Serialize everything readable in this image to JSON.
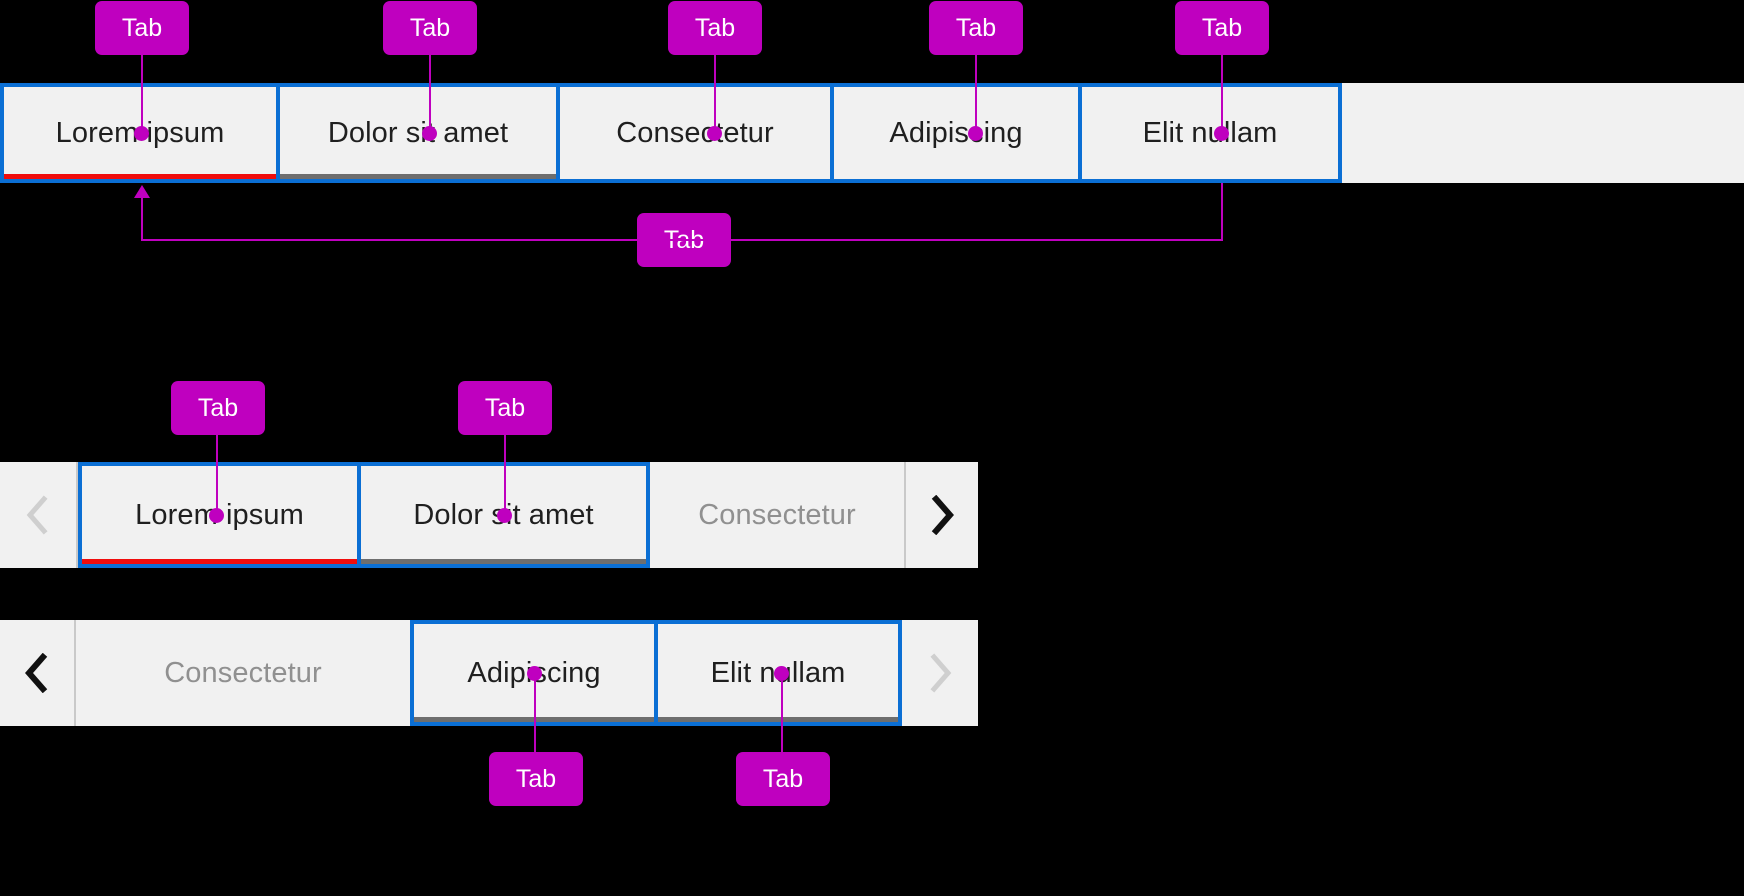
{
  "page": {
    "background": "#000000",
    "surface_color": "#f1f1f1",
    "focus_ring_color": "#0b6fd4",
    "selected_indicator_color": "#f00d0d",
    "hover_indicator_color": "#6e6e6e",
    "annotation_color": "#bf00bf",
    "disabled_text_color": "#909090",
    "text_color": "#1f1f1f"
  },
  "annotation": {
    "label": "Tab"
  },
  "tabstrips": [
    {
      "id": "full-width-tabstrip",
      "tabs": [
        {
          "label": "Lorem ipsum",
          "state": "selected",
          "focused": true,
          "indicator": "selected"
        },
        {
          "label": "Dolor sit amet",
          "state": "hover",
          "focused": true,
          "indicator": "hover"
        },
        {
          "label": "Consectetur",
          "state": "normal",
          "focused": true,
          "indicator": "none"
        },
        {
          "label": "Adipiscing",
          "state": "normal",
          "focused": true,
          "indicator": "none"
        },
        {
          "label": "Elit nullam",
          "state": "normal",
          "focused": true,
          "indicator": "none"
        }
      ],
      "scroll_left": null,
      "scroll_right": null
    },
    {
      "id": "scrollable-tabstrip-start",
      "tabs": [
        {
          "label": "Lorem ipsum",
          "state": "selected",
          "focused": true,
          "indicator": "selected"
        },
        {
          "label": "Dolor sit amet",
          "state": "hover",
          "focused": true,
          "indicator": "hover"
        },
        {
          "label": "Consectetur",
          "state": "disabled",
          "focused": false,
          "indicator": "none"
        }
      ],
      "scroll_left": {
        "icon": "chevron-left-icon",
        "enabled": false
      },
      "scroll_right": {
        "icon": "chevron-right-icon",
        "enabled": true
      }
    },
    {
      "id": "scrollable-tabstrip-end",
      "tabs": [
        {
          "label": "Consectetur",
          "state": "disabled",
          "focused": false,
          "indicator": "none"
        },
        {
          "label": "Adipiscing",
          "state": "normal",
          "focused": true,
          "indicator": "none"
        },
        {
          "label": "Elit nullam",
          "state": "normal",
          "focused": true,
          "indicator": "none"
        }
      ],
      "scroll_left": {
        "icon": "chevron-left-icon",
        "enabled": true
      },
      "scroll_right": {
        "icon": "chevron-right-icon",
        "enabled": false
      }
    }
  ],
  "callouts": [
    {
      "id": "c1",
      "label": "Tab",
      "target": "strip1-tab1"
    },
    {
      "id": "c2",
      "label": "Tab",
      "target": "strip1-tab2"
    },
    {
      "id": "c3",
      "label": "Tab",
      "target": "strip1-tab3"
    },
    {
      "id": "c4",
      "label": "Tab",
      "target": "strip1-tab4"
    },
    {
      "id": "c5",
      "label": "Tab",
      "target": "strip1-tab5"
    },
    {
      "id": "c6",
      "label": "Tab",
      "target": "strip1-container"
    },
    {
      "id": "c7",
      "label": "Tab",
      "target": "strip2-tab1"
    },
    {
      "id": "c8",
      "label": "Tab",
      "target": "strip2-tab2"
    },
    {
      "id": "c9",
      "label": "Tab",
      "target": "strip3-tab2"
    },
    {
      "id": "c10",
      "label": "Tab",
      "target": "strip3-tab3"
    }
  ]
}
